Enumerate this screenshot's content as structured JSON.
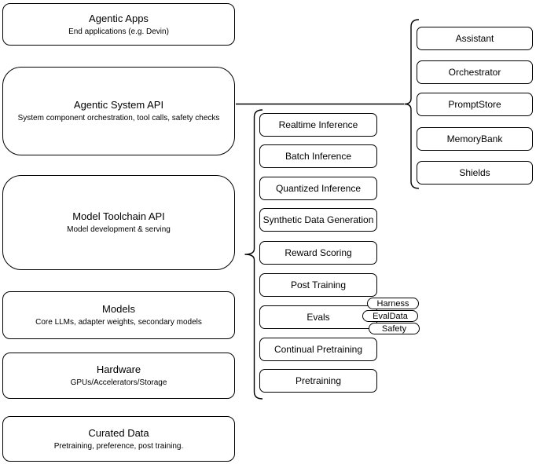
{
  "diagram": {
    "left_column": [
      {
        "title": "Agentic Apps",
        "subtitle": "End applications (e.g. Devin)"
      },
      {
        "title": "Agentic System API",
        "subtitle": "System component orchestration, tool calls, safety checks"
      },
      {
        "title": "Model Toolchain API",
        "subtitle": "Model development & serving"
      },
      {
        "title": "Models",
        "subtitle": "Core LLMs, adapter weights, secondary models"
      },
      {
        "title": "Hardware",
        "subtitle": "GPUs/Accelerators/Storage"
      },
      {
        "title": "Curated Data",
        "subtitle": "Pretraining, preference, post training."
      }
    ],
    "toolchain_items": [
      "Realtime Inference",
      "Batch Inference",
      "Quantized Inference",
      "Synthetic Data Generation",
      "Reward Scoring",
      "Post Training",
      "Evals",
      "Continual Pretraining",
      "Pretraining"
    ],
    "evals_tags": [
      "Harness",
      "EvalData",
      "Safety"
    ],
    "system_components": [
      "Assistant",
      "Orchestrator",
      "PromptStore",
      "MemoryBank",
      "Shields"
    ],
    "colors": {
      "stroke": "#000000",
      "fill": "#ffffff",
      "background": "#ffffff"
    }
  }
}
